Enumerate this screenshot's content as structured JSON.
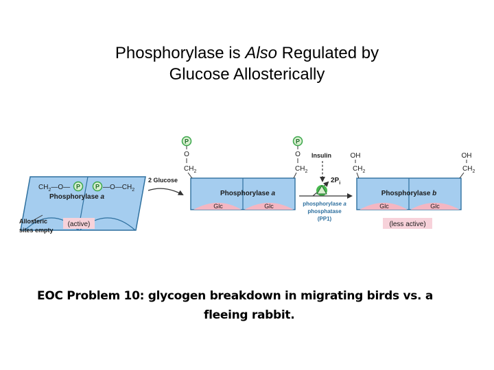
{
  "title": {
    "line1_pre": "Phosphorylase is ",
    "line1_italic": "Also",
    "line1_post": " Regulated by",
    "line2": "Glucose Allosterically"
  },
  "diagram": {
    "p_symbol": "P",
    "o_atom": "O",
    "ch2_label": "CH",
    "ch2_sub": "2",
    "oh_label": "OH",
    "left_enzyme": {
      "group_left": "CH",
      "group_left_sub": "2",
      "bond": "—O—",
      "bond2": "—O—CH",
      "group_right_sub": "2",
      "name": "Phosphorylase ",
      "name_italic": "a"
    },
    "allosteric_label_1": "Allosteric",
    "allosteric_label_2": "sites empty",
    "active_label": "(active)",
    "glucose_arrow_label": "2 Glucose",
    "middle_enzyme": {
      "name": "Phosphorylase ",
      "name_italic": "a",
      "site_1": "Glc",
      "site_2": "Glc"
    },
    "insulin_label": "Insulin",
    "pi_label": "2P",
    "pi_sub": "i",
    "phosphatase_line1": "phosphorylase ",
    "phosphatase_line1_italic": "a",
    "phosphatase_line2": "phosphatase",
    "phosphatase_line3": "(PP1)",
    "right_enzyme": {
      "name": "Phosphorylase ",
      "name_italic": "b",
      "site_1": "Glc",
      "site_2": "Glc"
    },
    "less_active_label": "(less active)"
  },
  "footer": {
    "line1": "EOC Problem 10:  glycogen breakdown in migrating birds vs. a",
    "line2": "fleeing rabbit."
  },
  "colors": {
    "enzyme_blue": "#a5cdef",
    "enzyme_stroke": "#2d6f9e",
    "glucose_pink": "#f4b6c2",
    "label_pink": "#f7d2da",
    "phospho_green": "#3aa64a",
    "phospho_fill": "#d8efcf"
  }
}
